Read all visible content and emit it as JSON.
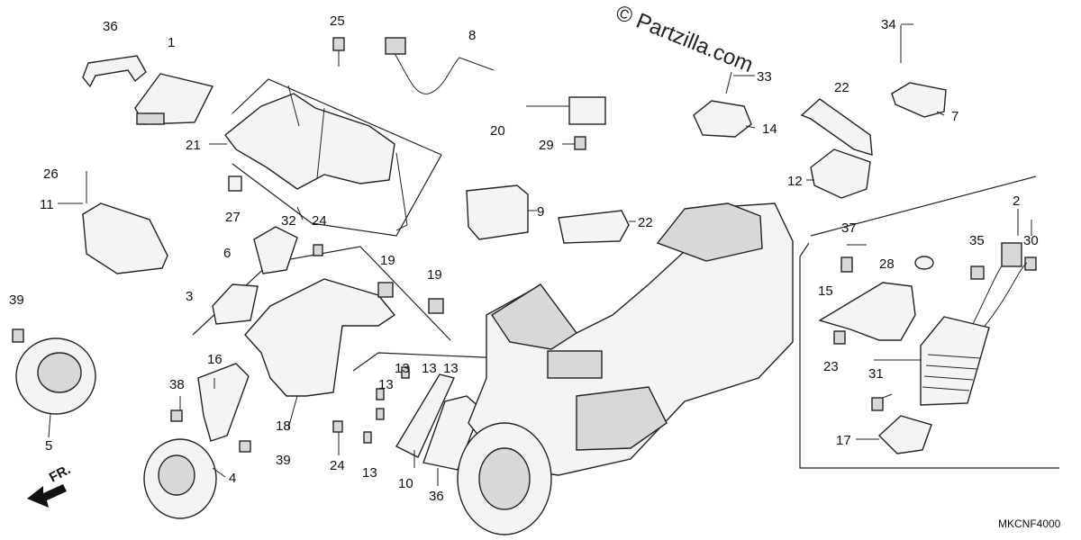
{
  "watermark": "© Partzilla.com",
  "diagram_code": "MKCNF4000",
  "direction_label": "FR.",
  "callouts": {
    "c1": "1",
    "c2": "2",
    "c3": "3",
    "c4": "4",
    "c5": "5",
    "c6": "6",
    "c7": "7",
    "c8": "8",
    "c9": "9",
    "c10": "10",
    "c11": "11",
    "c12": "12",
    "c13": "13",
    "c14": "14",
    "c15": "15",
    "c16": "16",
    "c17": "17",
    "c18": "18",
    "c19": "19",
    "c20": "20",
    "c21": "21",
    "c22": "22",
    "c23": "23",
    "c24": "24",
    "c25": "25",
    "c26": "26",
    "c27": "27",
    "c28": "28",
    "c29": "29",
    "c30": "30",
    "c31": "31",
    "c32": "32",
    "c33": "33",
    "c34": "34",
    "c35": "35",
    "c36": "36",
    "c37": "37",
    "c38": "38",
    "c39": "39"
  }
}
